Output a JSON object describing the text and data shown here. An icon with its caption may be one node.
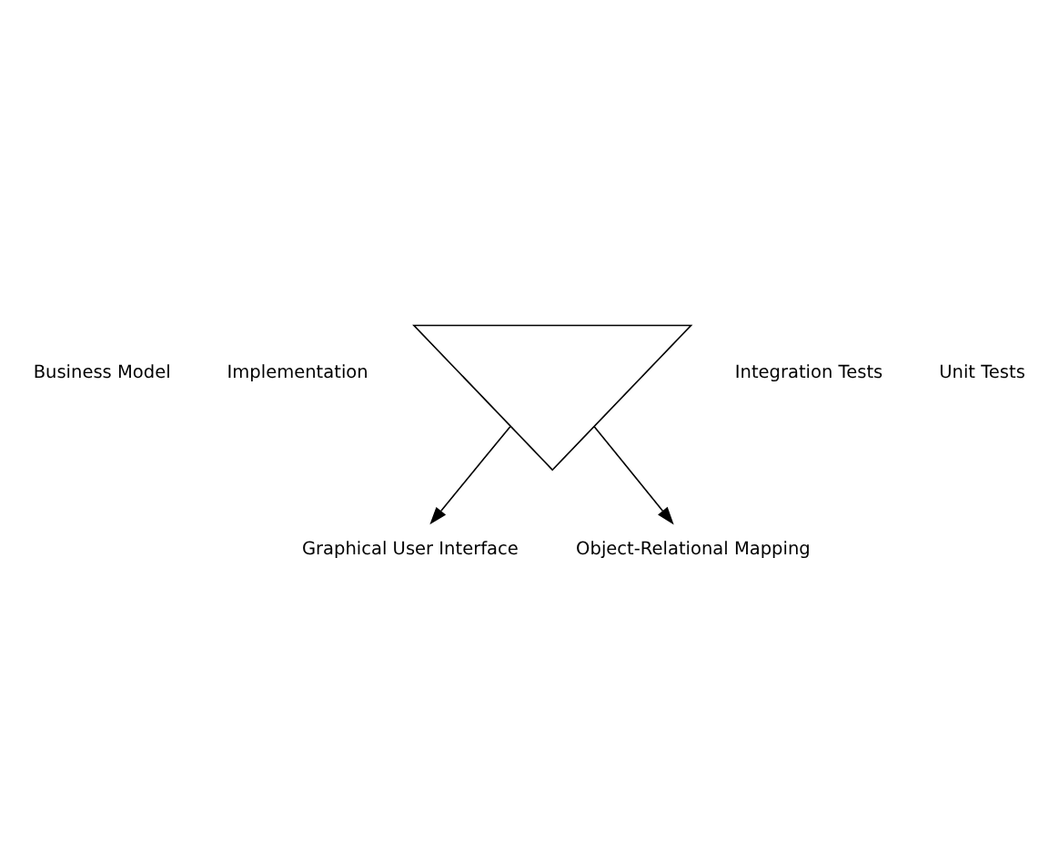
{
  "diagram": {
    "nodes": [
      {
        "text": [],
        "shape": "triangle"
      },
      {
        "text": [
          "Graphical User Interface"
        ]
      },
      {
        "text": [
          "Object-Relational Mapping"
        ]
      }
    ],
    "edges": [
      {
        "from": 0,
        "to": 1,
        "arrow": "to"
      },
      {
        "from": 0,
        "to": 2,
        "arrow": "to"
      }
    ],
    "labels": [
      "Business Model",
      "Integration Tests",
      "Implementation",
      "Unit Tests"
    ]
  }
}
